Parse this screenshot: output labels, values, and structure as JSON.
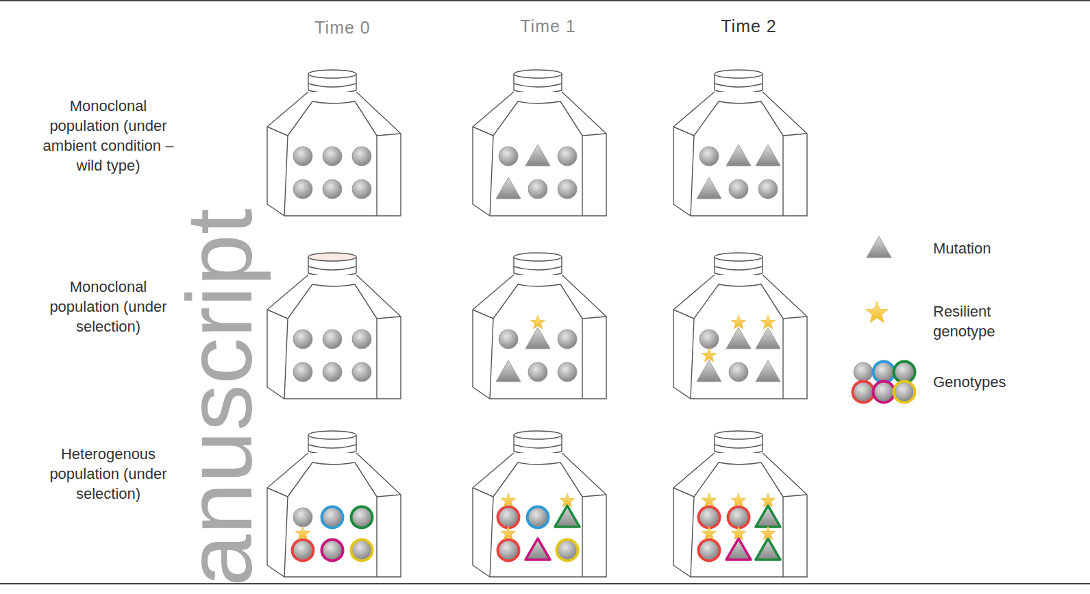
{
  "diagram": {
    "labels": [
      "Time 0",
      "Time 1",
      "Time 2",
      "Monoclonal population (under ambient condition – wild type)",
      "Monoclonal population (under selection)",
      "Heterogenous population (under selection)",
      "anuscript"
    ],
    "legend": [
      {
        "text": "Mutation"
      },
      {
        "text": "Resilient genotype"
      },
      {
        "text": "Genotypes"
      }
    ]
  }
}
